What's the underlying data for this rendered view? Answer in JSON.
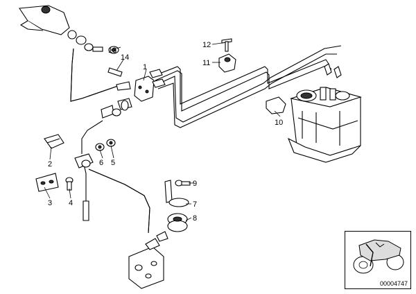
{
  "diagram": {
    "callouts": [
      "1",
      "2",
      "3",
      "4",
      "5",
      "6",
      "7",
      "8",
      "9",
      "10",
      "11",
      "12",
      "13",
      "14"
    ],
    "document_number": "00004747"
  }
}
